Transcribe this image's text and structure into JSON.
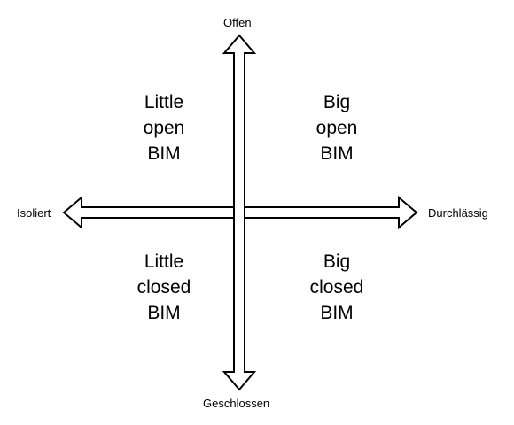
{
  "axes": {
    "top": "Offen",
    "bottom": "Geschlossen",
    "left": "Isoliert",
    "right": "Durchlässig"
  },
  "quadrants": {
    "top_left": [
      "Little",
      "open",
      "BIM"
    ],
    "top_right": [
      "Big",
      "open",
      "BIM"
    ],
    "bottom_left": [
      "Little",
      "closed",
      "BIM"
    ],
    "bottom_right": [
      "Big",
      "closed",
      "BIM"
    ]
  },
  "colors": {
    "stroke": "#000000",
    "arrow_fill": "#ffffff",
    "text": "#000000",
    "background": "#ffffff"
  }
}
